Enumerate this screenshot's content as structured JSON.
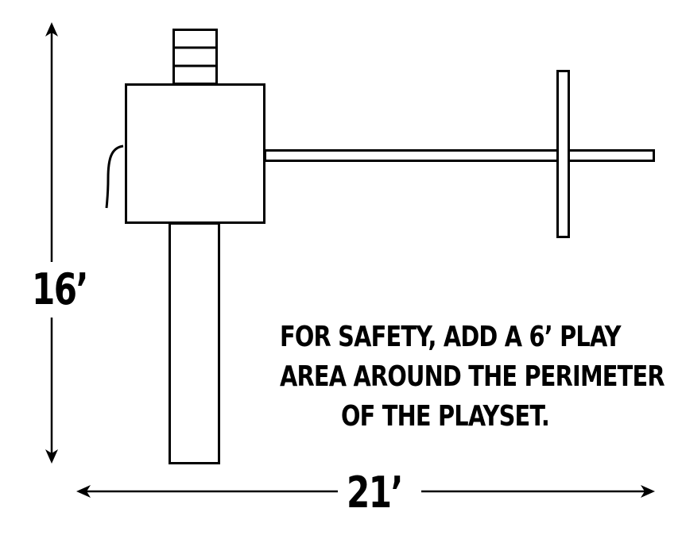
{
  "dimensions": {
    "height_label": "16’",
    "width_label": "21’"
  },
  "note": {
    "lines": [
      "FOR SAFETY, ADD A 6’ PLAY",
      "AREA AROUND THE PERIMETER",
      "OF THE PLAYSET."
    ]
  },
  "colors": {
    "stroke": "#000000",
    "background": "#ffffff"
  }
}
